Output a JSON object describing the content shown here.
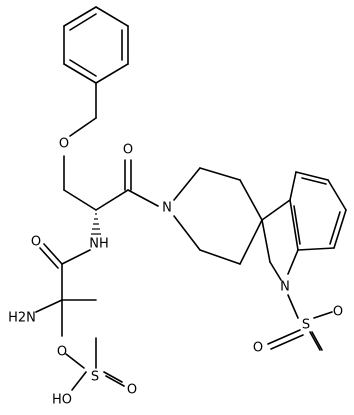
{
  "labels": {
    "ether_o": "O",
    "carbonyl_o_top": "O",
    "amide_n": "N",
    "amide_nh": "NH",
    "carbonyl_o_left": "O",
    "nh2": "H2N",
    "indoline_n": "N",
    "ms_s": "S",
    "ms_o_top": "O",
    "ms_o_left": "O",
    "msa_o_left": "O",
    "msa_s": "S",
    "msa_o_right": "O",
    "msa_oh": "HO"
  }
}
